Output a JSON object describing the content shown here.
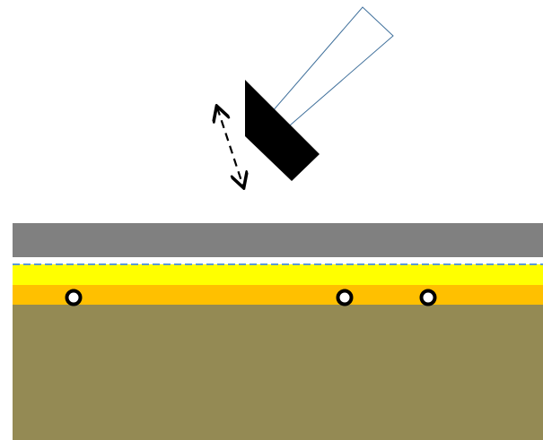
{
  "scene": {
    "background_color": "#ffffff",
    "tool": {
      "handle_fill": "#ffffff",
      "handle_stroke": "#41719c",
      "head_color": "#000000",
      "motion_arrow": {
        "style": "dashed",
        "direction": "bidirectional",
        "color": "#000000"
      }
    },
    "layers": [
      {
        "name": "top-gray-layer",
        "color": "#808080"
      },
      {
        "name": "white-gap",
        "color": "#ffffff"
      },
      {
        "name": "dashed-boundary",
        "color": "#5b9bd5",
        "style": "dashed"
      },
      {
        "name": "yellow-layer",
        "color": "#ffff00"
      },
      {
        "name": "orange-layer",
        "color": "#ffc000"
      },
      {
        "name": "base-olive-layer",
        "color": "#948a54"
      }
    ],
    "markers": {
      "count": 3,
      "ring_color": "#000000",
      "center_color": "#ffffff"
    }
  }
}
